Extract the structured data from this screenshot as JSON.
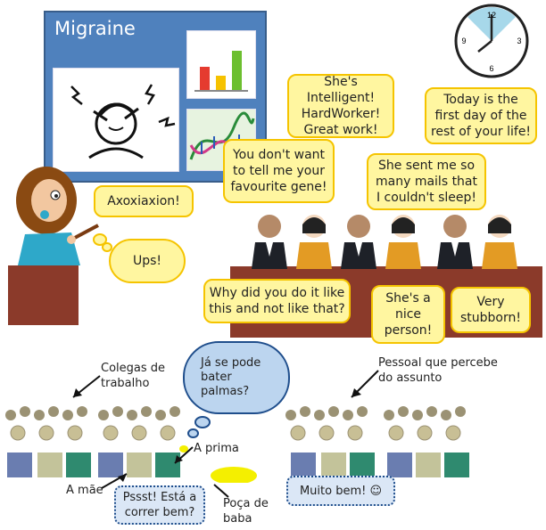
{
  "slide": {
    "title": "Migraine"
  },
  "clock": {
    "n12": "12",
    "n3": "3",
    "n6": "6",
    "n9": "9"
  },
  "speaker": {
    "line1": "Axoxiaxion!",
    "line2": "Ups!"
  },
  "panel_comments": {
    "c1": "She's Intelligent! HardWorker! Great work!",
    "c2": "Today is the first day of the rest of your life!",
    "c3": "You don't want to tell me your favourite gene!",
    "c4": "She sent me so many mails that I couldn't sleep!",
    "c5": "Why did you do it like this and not like that?",
    "c6": "She's a nice person!",
    "c7": "Very stubborn!"
  },
  "audience": {
    "colleagues_label": "Colegas de trabalho",
    "experts_label": "Pessoal que percebe do assunto",
    "thought": "Já se pode bater palmas?",
    "cousin": "A prima",
    "mother": "A mãe",
    "puddle": "Poça de baba",
    "whisper": "Pssst! Está a correr bem?",
    "praise": "Muito bem! ☺"
  },
  "colors": {
    "slide_bg": "#4f81bd",
    "bubble_fill": "#fff6a0",
    "bubble_border": "#f5c400",
    "desk": "#8b3a2a",
    "cloud": "#bcd5ef",
    "puddle": "#f4ef00"
  }
}
